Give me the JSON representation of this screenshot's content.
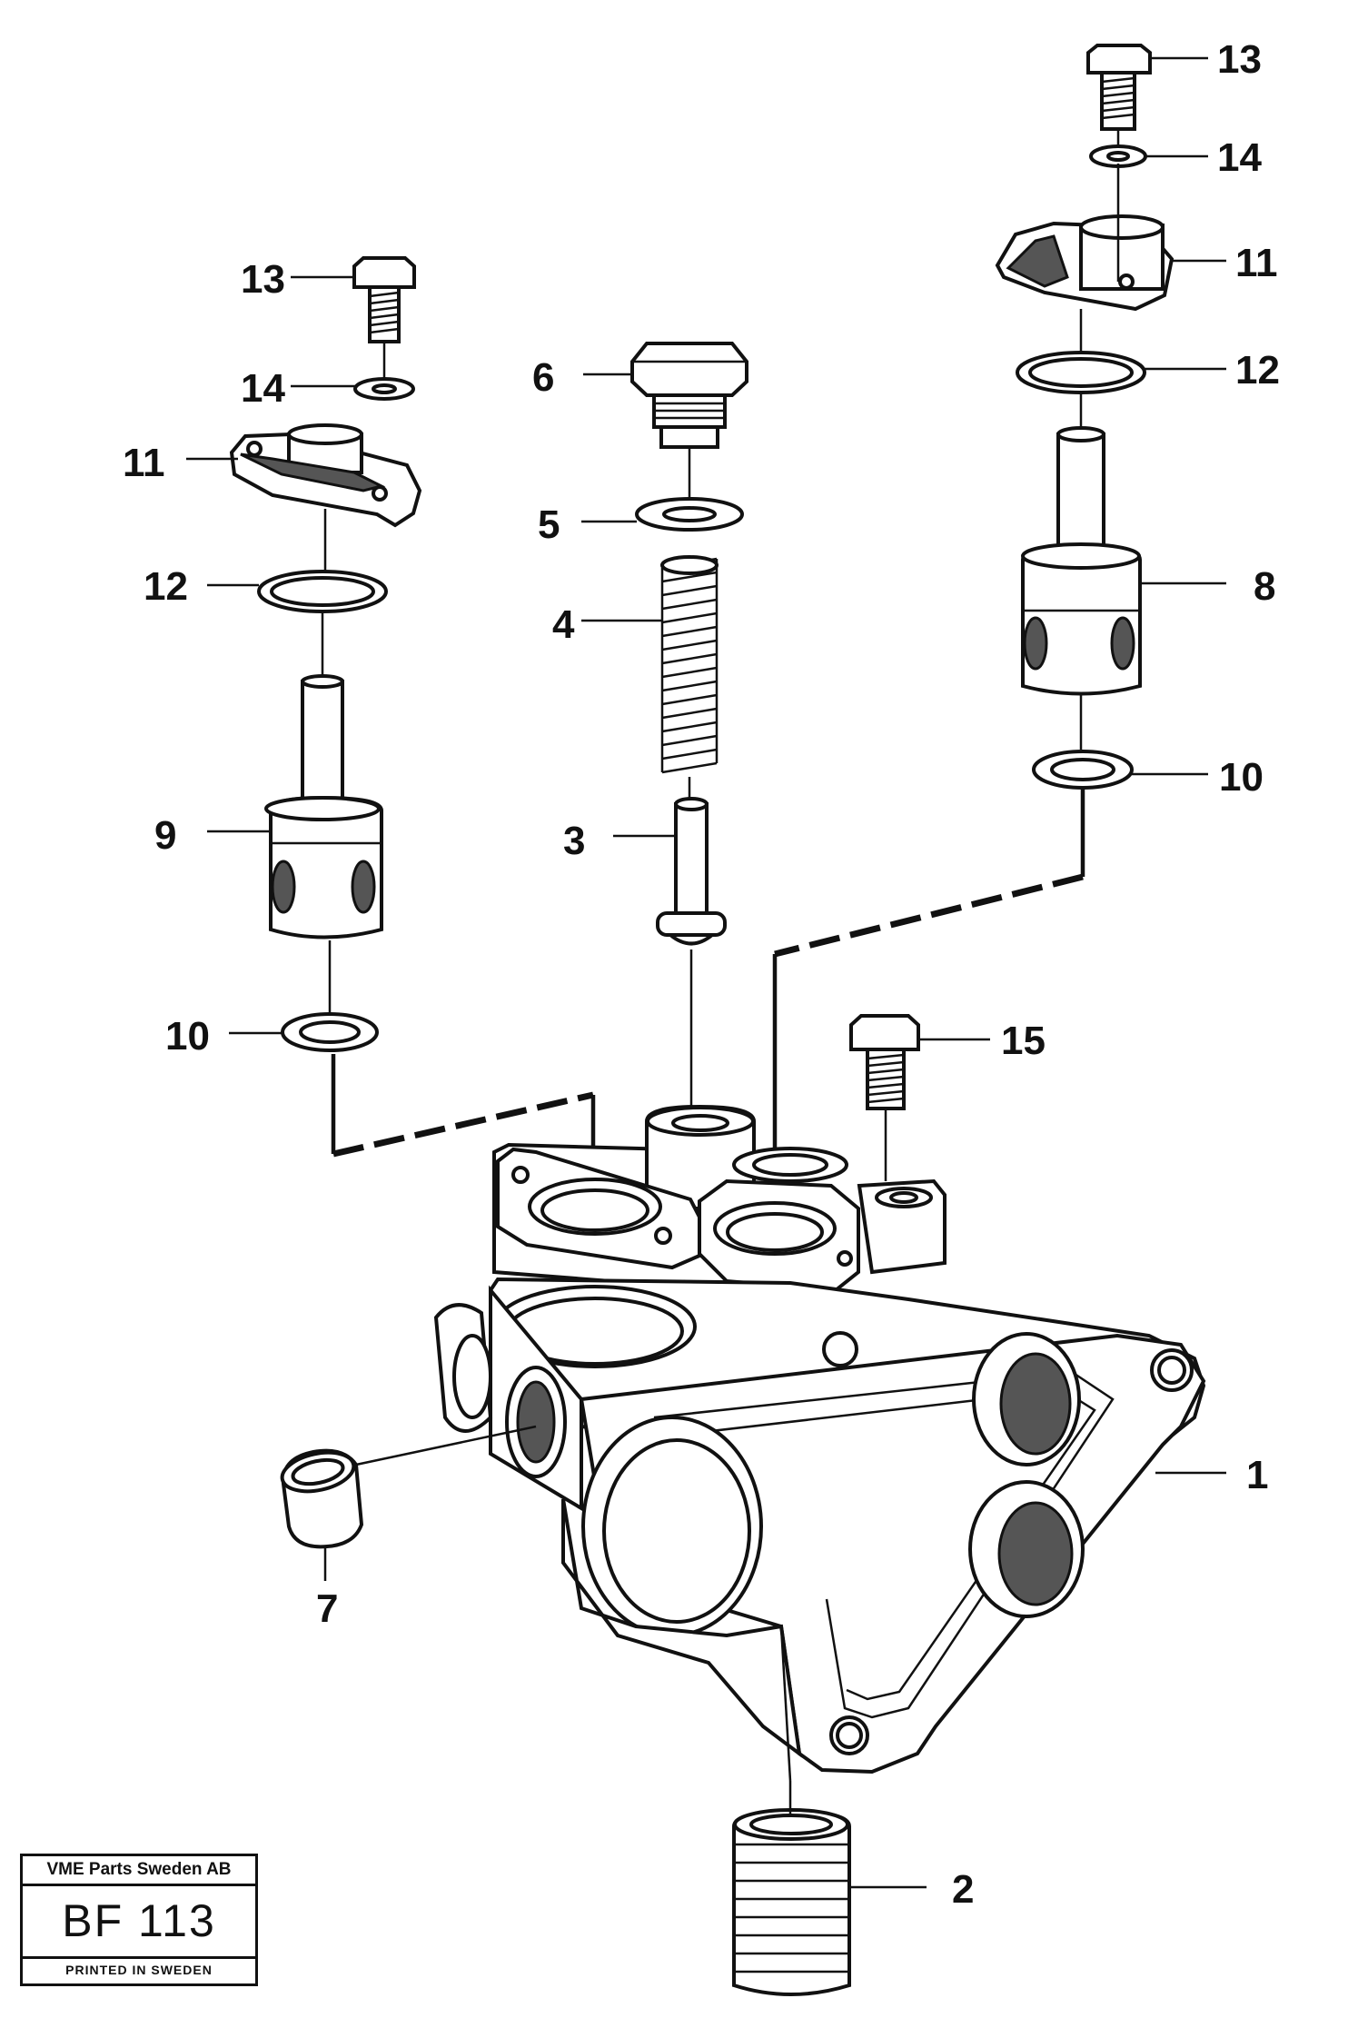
{
  "callouts": {
    "c13_left": "13",
    "c14_left": "14",
    "c11_left": "11",
    "c12_left": "12",
    "c9": "9",
    "c10_left": "10",
    "c6": "6",
    "c5": "5",
    "c4": "4",
    "c3": "3",
    "c13_right": "13",
    "c14_right": "14",
    "c11_right": "11",
    "c12_right": "12",
    "c8": "8",
    "c10_right": "10",
    "c15": "15",
    "c1": "1",
    "c7": "7",
    "c2": "2"
  },
  "label_box": {
    "company": "VME Parts Sweden AB",
    "code": "BF 113",
    "printed": "PRINTED IN SWEDEN"
  }
}
